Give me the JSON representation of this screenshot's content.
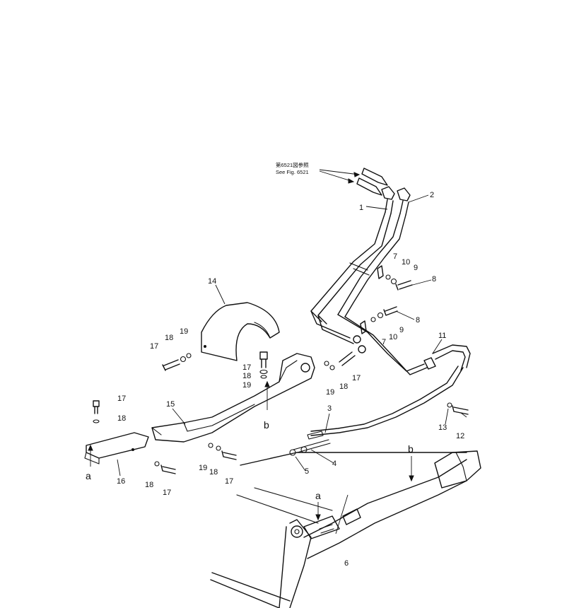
{
  "reference_note": {
    "line1": "第6521図参照",
    "line2": "See Fig. 6521"
  },
  "callouts": {
    "n1": "1",
    "n2": "2",
    "n3": "3",
    "n4": "4",
    "n5": "5",
    "n6": "6",
    "n7a": "7",
    "n7b": "7",
    "n8a": "8",
    "n8b": "8",
    "n9a": "9",
    "n9b": "9",
    "n10a": "10",
    "n10b": "10",
    "n11": "11",
    "n12": "12",
    "n13": "13",
    "n14": "14",
    "n15": "15",
    "n16": "16",
    "n17a": "17",
    "n17b": "17",
    "n17c": "17",
    "n17d": "17",
    "n17e": "17",
    "n17f": "17",
    "n18a": "18",
    "n18b": "18",
    "n18c": "18",
    "n18d": "18",
    "n18e": "18",
    "n18f": "18",
    "n19a": "19",
    "n19b": "19",
    "n19c": "19",
    "n19d": "19"
  },
  "letters": {
    "a_left": "a",
    "a_bottom": "a",
    "b_mid": "b",
    "b_right": "b"
  }
}
